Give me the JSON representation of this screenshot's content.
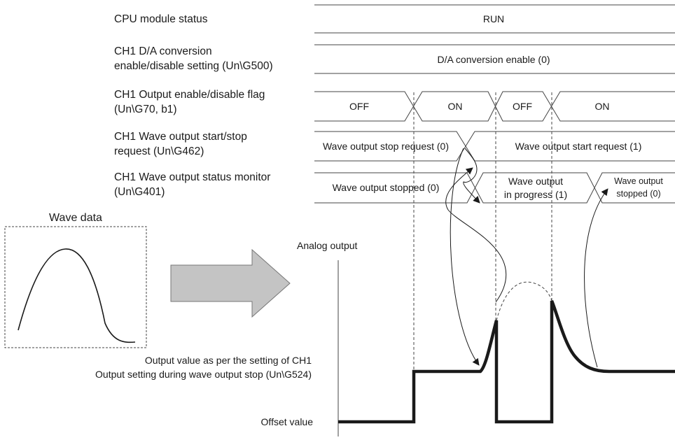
{
  "signals": {
    "cpu_status": {
      "label": [
        "CPU module status"
      ],
      "value": "RUN"
    },
    "da_conversion": {
      "label": [
        "CH1 D/A conversion",
        "enable/disable setting (Un\\G500)"
      ],
      "value": "D/A conversion enable (0)"
    },
    "output_enable": {
      "label": [
        "CH1 Output enable/disable flag",
        "(Un\\G70, b1)"
      ],
      "states": [
        "OFF",
        "ON",
        "OFF",
        "ON"
      ]
    },
    "wave_request": {
      "label": [
        "CH1 Wave output start/stop",
        "request (Un\\G462)"
      ],
      "states": [
        "Wave output stop request (0)",
        "Wave output start request (1)"
      ]
    },
    "wave_status": {
      "label": [
        "CH1 Wave output status monitor",
        "(Un\\G401)"
      ],
      "states": [
        [
          "Wave output stopped (0)"
        ],
        [
          "Wave output",
          "in progress (1)"
        ],
        [
          "Wave output",
          "stopped (0)"
        ]
      ]
    }
  },
  "wave_data_title": "Wave data",
  "analog_output_label": "Analog output",
  "stop_output_note": [
    "Output value as per the setting of CH1",
    "Output setting during wave output stop (Un\\G524)"
  ],
  "offset_label": "Offset value"
}
